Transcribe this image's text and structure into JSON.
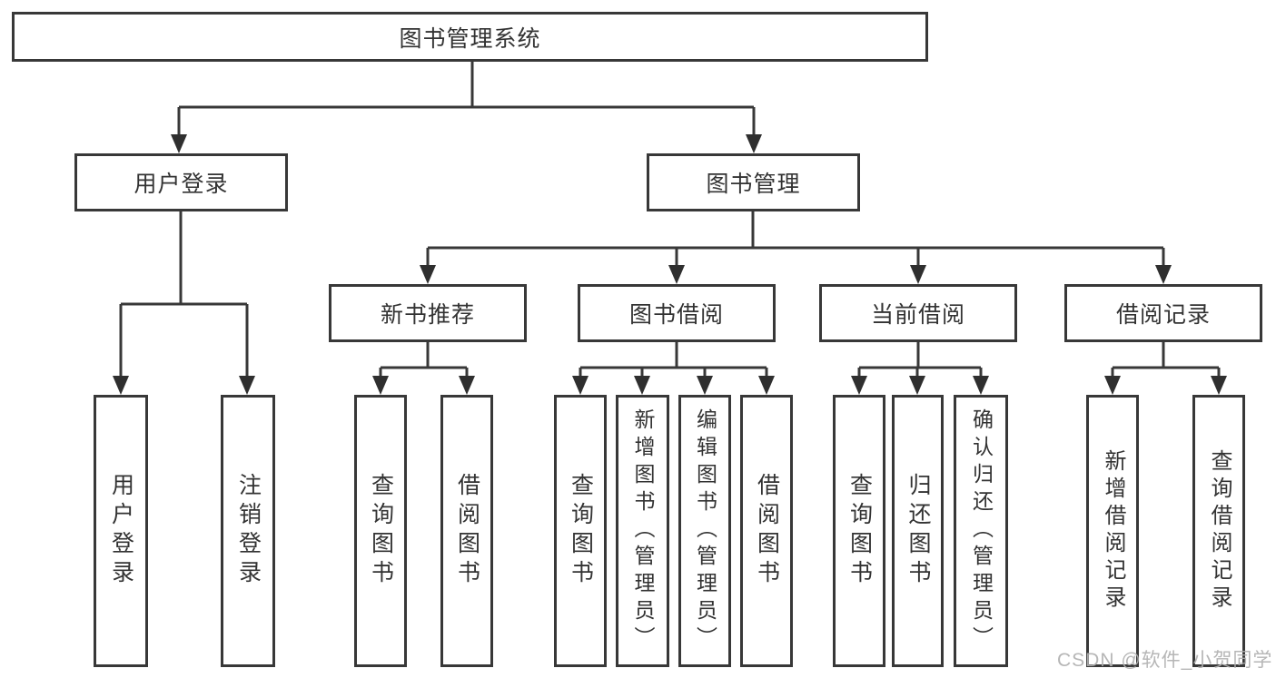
{
  "colors": {
    "line": "#383838",
    "box_border": "#383838",
    "text": "#333333",
    "background": "#ffffff",
    "watermark": "#b0b0b0"
  },
  "tree": {
    "root": {
      "label": "图书管理系统"
    },
    "branches": [
      {
        "label": "用户登录",
        "children": [
          {
            "label": "用户登录"
          },
          {
            "label": "注销登录"
          }
        ]
      },
      {
        "label": "图书管理",
        "children": [
          {
            "label": "新书推荐",
            "children": [
              {
                "label": "查询图书"
              },
              {
                "label": "借阅图书"
              }
            ]
          },
          {
            "label": "图书借阅",
            "children": [
              {
                "label": "查询图书"
              },
              {
                "label": "新增图书（管理员）"
              },
              {
                "label": "编辑图书（管理员）"
              },
              {
                "label": "借阅图书"
              }
            ]
          },
          {
            "label": "当前借阅",
            "children": [
              {
                "label": "查询图书"
              },
              {
                "label": "归还图书"
              },
              {
                "label": "确认归还（管理员）"
              }
            ]
          },
          {
            "label": "借阅记录",
            "children": [
              {
                "label": "新增借阅记录"
              },
              {
                "label": "查询借阅记录"
              }
            ]
          }
        ]
      }
    ]
  },
  "watermark": "CSDN @软件_小贺同学"
}
